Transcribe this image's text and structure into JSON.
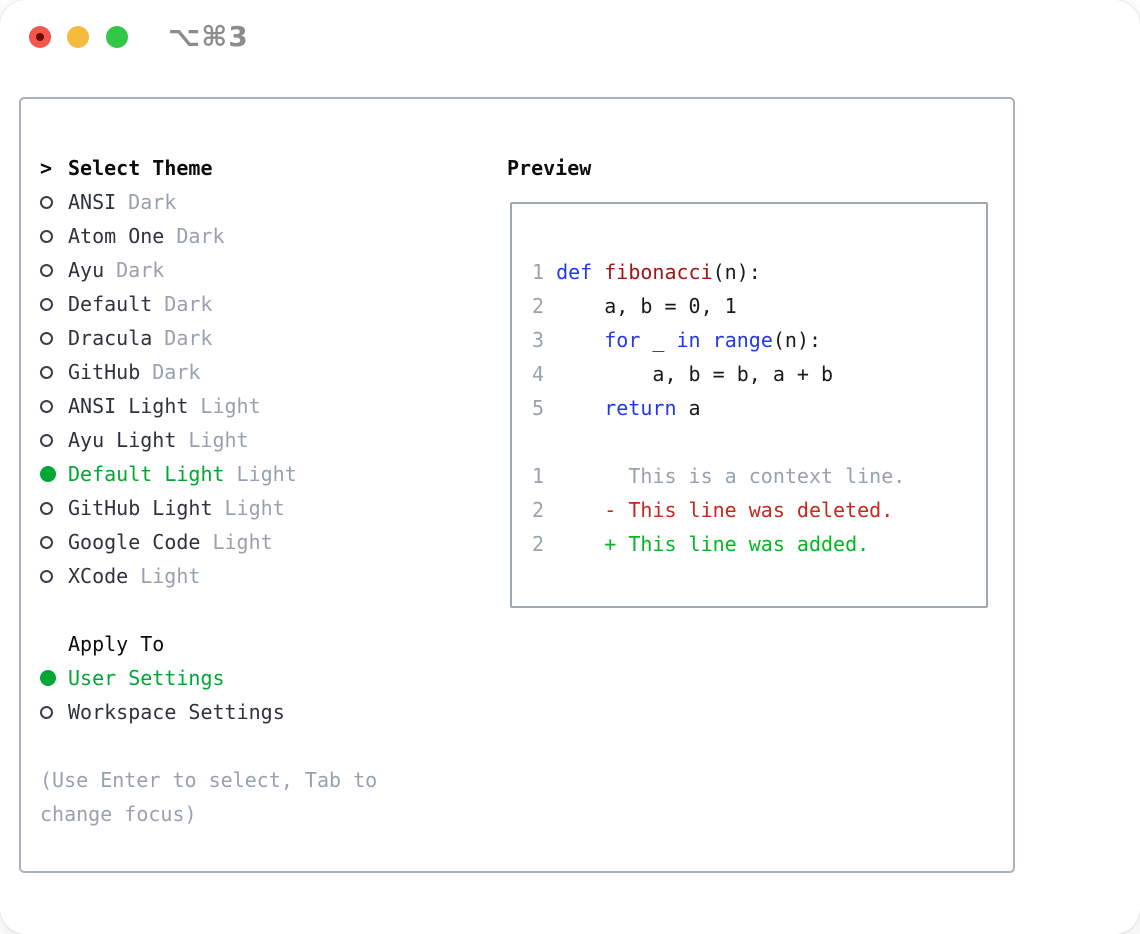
{
  "window": {
    "shortcut": "⌥⌘3",
    "traffic_lights": [
      "close",
      "minimize",
      "zoom"
    ]
  },
  "theme_panel": {
    "title_marker": ">",
    "title": "Select Theme",
    "themes": [
      {
        "name": "ANSI",
        "variant": "Dark",
        "selected": false
      },
      {
        "name": "Atom One",
        "variant": "Dark",
        "selected": false
      },
      {
        "name": "Ayu",
        "variant": "Dark",
        "selected": false
      },
      {
        "name": "Default",
        "variant": "Dark",
        "selected": false
      },
      {
        "name": "Dracula",
        "variant": "Dark",
        "selected": false
      },
      {
        "name": "GitHub",
        "variant": "Dark",
        "selected": false
      },
      {
        "name": "ANSI Light",
        "variant": "Light",
        "selected": false
      },
      {
        "name": "Ayu Light",
        "variant": "Light",
        "selected": false
      },
      {
        "name": "Default Light",
        "variant": "Light",
        "selected": true
      },
      {
        "name": "GitHub Light",
        "variant": "Light",
        "selected": false
      },
      {
        "name": "Google Code",
        "variant": "Light",
        "selected": false
      },
      {
        "name": "XCode",
        "variant": "Light",
        "selected": false
      }
    ],
    "apply_to": {
      "title": "Apply To",
      "options": [
        {
          "label": "User Settings",
          "selected": true
        },
        {
          "label": "Workspace Settings",
          "selected": false
        }
      ]
    },
    "hint": "(Use Enter to select, Tab to change focus)"
  },
  "preview": {
    "title": "Preview",
    "code_lines": [
      {
        "num": "1",
        "segments": [
          {
            "t": " "
          },
          {
            "t": "def",
            "c": "kw"
          },
          {
            "t": " "
          },
          {
            "t": "fibonacci",
            "c": "fn"
          },
          {
            "t": "(n):"
          }
        ]
      },
      {
        "num": "2",
        "segments": [
          {
            "t": "     a, b = 0, 1"
          }
        ]
      },
      {
        "num": "3",
        "segments": [
          {
            "t": "     "
          },
          {
            "t": "for",
            "c": "kw"
          },
          {
            "t": " _ "
          },
          {
            "t": "in",
            "c": "kw"
          },
          {
            "t": " "
          },
          {
            "t": "range",
            "c": "kw"
          },
          {
            "t": "(n):"
          }
        ]
      },
      {
        "num": "4",
        "segments": [
          {
            "t": "         a, b = b, a + b"
          }
        ]
      },
      {
        "num": "5",
        "segments": [
          {
            "t": "     "
          },
          {
            "t": "return",
            "c": "kw"
          },
          {
            "t": " a"
          }
        ]
      }
    ],
    "diff_lines": [
      {
        "num": "1",
        "kind": "ctx",
        "text": "       This is a context line."
      },
      {
        "num": "2",
        "kind": "del",
        "text": "     - This line was deleted."
      },
      {
        "num": "2",
        "kind": "add",
        "text": "     + This line was added."
      }
    ]
  },
  "colors": {
    "accent_green": "#00a733",
    "keyword_blue": "#2337eb",
    "function_red": "#a31515",
    "diff_deleted_red": "#c5281c",
    "diff_added_green": "#00b922",
    "muted_gray": "#98a2ae",
    "text_dark": "#2e333e",
    "panel_border_gray": "#a9b2bc",
    "traffic_red": "#f4564d",
    "traffic_yellow": "#f6ba3c",
    "traffic_green": "#32c746"
  }
}
